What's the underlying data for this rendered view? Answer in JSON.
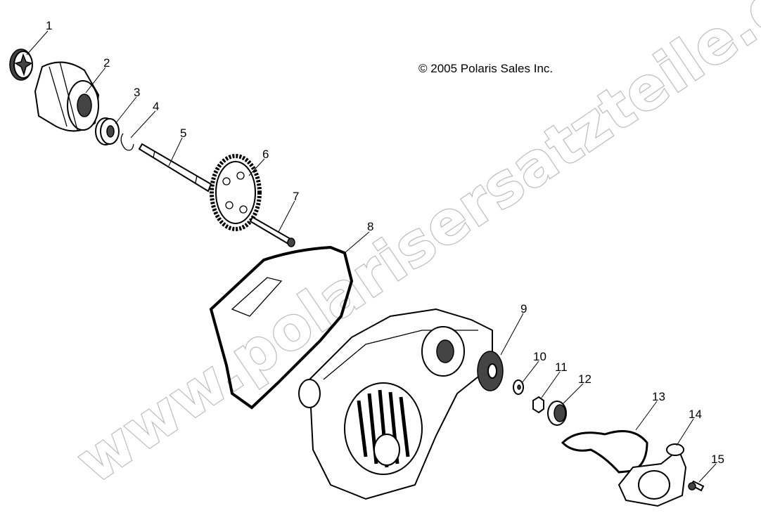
{
  "copyright": "© 2005 Polaris Sales Inc.",
  "watermark": "www.polarisersatzteile.de",
  "callouts": [
    "1",
    "2",
    "3",
    "4",
    "5",
    "6",
    "7",
    "8",
    "9",
    "10",
    "11",
    "12",
    "13",
    "14",
    "15"
  ]
}
